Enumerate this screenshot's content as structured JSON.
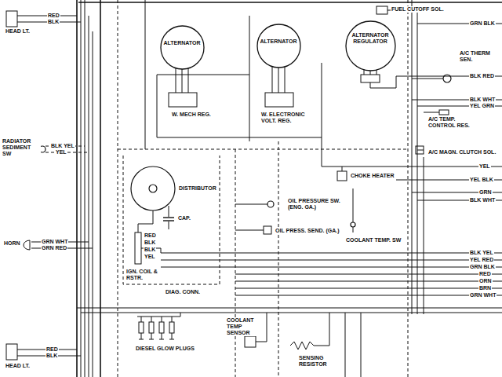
{
  "diagram": {
    "nodes": [
      {
        "text": [
          "ALTERNATOR"
        ]
      },
      {
        "text": [
          "ALTERNATOR"
        ]
      },
      {
        "text": [
          "ALTERNATOR REGULATOR"
        ]
      }
    ],
    "labels": [
      "HEAD LT.",
      "RED",
      "BLK",
      "RADIATOR SEDIMENT SW",
      "BLK YEL",
      "YEL",
      "HORN",
      "GRN WHT",
      "GRN RED",
      "HEAD LT.",
      "RED",
      "BLK",
      "W. MECH REG.",
      "W. ELECTRONIC VOLT. REG.",
      "DISTRIBUTOR",
      "CAP.",
      "RED",
      "BLK",
      "BLK",
      "YEL",
      "IGN. COIL & RSTR.",
      "DIAG. CONN.",
      "OIL PRESSURE SW. (ENG. GA.)",
      "OIL PRESS. SEND. (GA.)",
      "CHOKE HEATER",
      "COOLANT TEMP. SW",
      "FUEL CUTOFF SOL.",
      "A/C THERM SEN.",
      "A/C TEMP. CONTROL RES.",
      "A/C MAGN. CLUTCH SOL.",
      "DIESEL GLOW PLUGS",
      "COOLANT TEMP SENSOR",
      "SENSING RESISTOR",
      "GRN BLK",
      "BLK RED",
      "BLK WHT",
      "YEL GRN",
      "YEL",
      "YEL BLK",
      "GRN",
      "BLK WHT",
      "BLK YEL",
      "YEL RED",
      "GRN BLK",
      "RED",
      "ORN",
      "BRN",
      "GRN WHT"
    ]
  }
}
